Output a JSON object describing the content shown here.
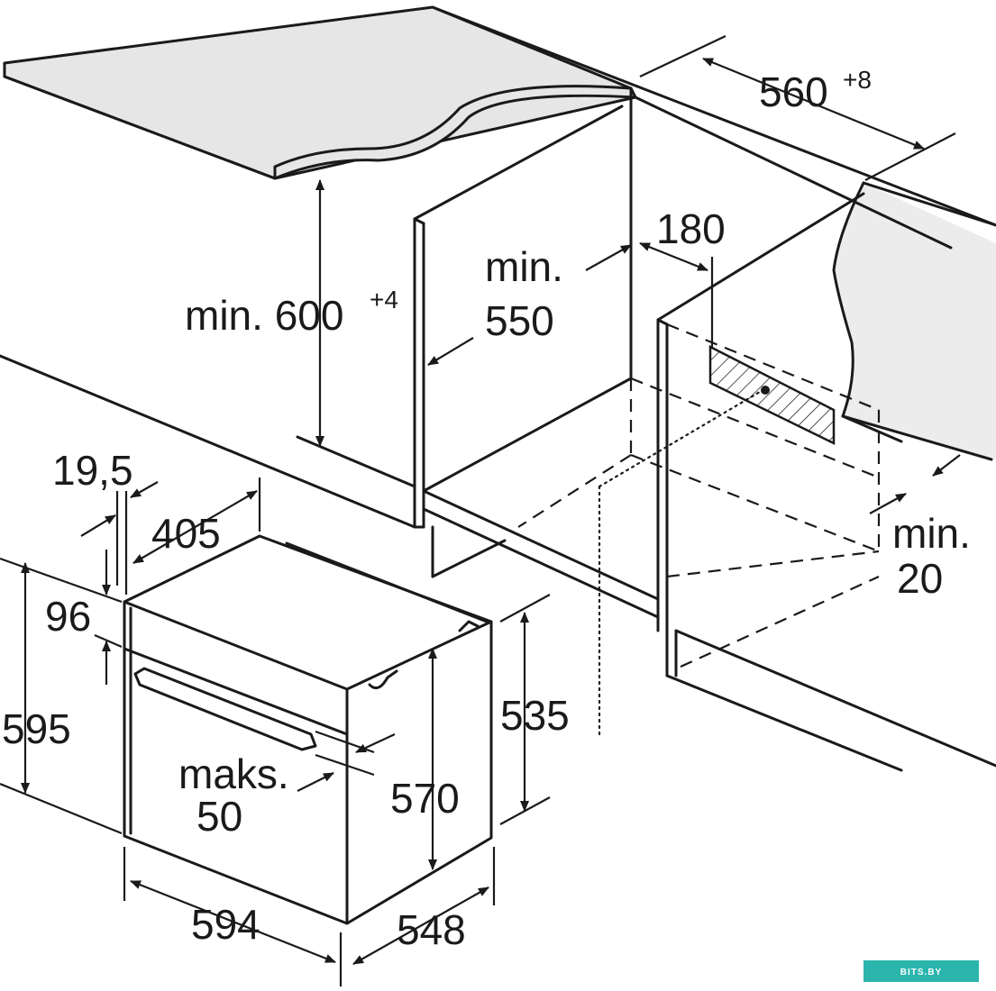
{
  "dimensions": {
    "niche_width": {
      "value": "560",
      "tolerance": "+8"
    },
    "cabinet_height": {
      "prefix": "min. ",
      "value": "600",
      "tolerance": "+4"
    },
    "cabinet_depth": {
      "line1": "min.",
      "line2": "550"
    },
    "vent_offset": "180",
    "side_gap": {
      "line1": "min.",
      "line2": "20"
    },
    "front_offset": "19,5",
    "handle_length": "405",
    "panel_height": "96",
    "total_height": "595",
    "body_height": "535",
    "inner_height": "570",
    "handle_projection": {
      "line1": "maks.",
      "line2": "50"
    },
    "total_width": "594",
    "total_depth": "548"
  },
  "watermark": "BITS.BY",
  "colors": {
    "line": "#1a1a1a",
    "countertop": "#e6e6e6",
    "wall": "#ececec",
    "badge": "#2bb5ad"
  }
}
